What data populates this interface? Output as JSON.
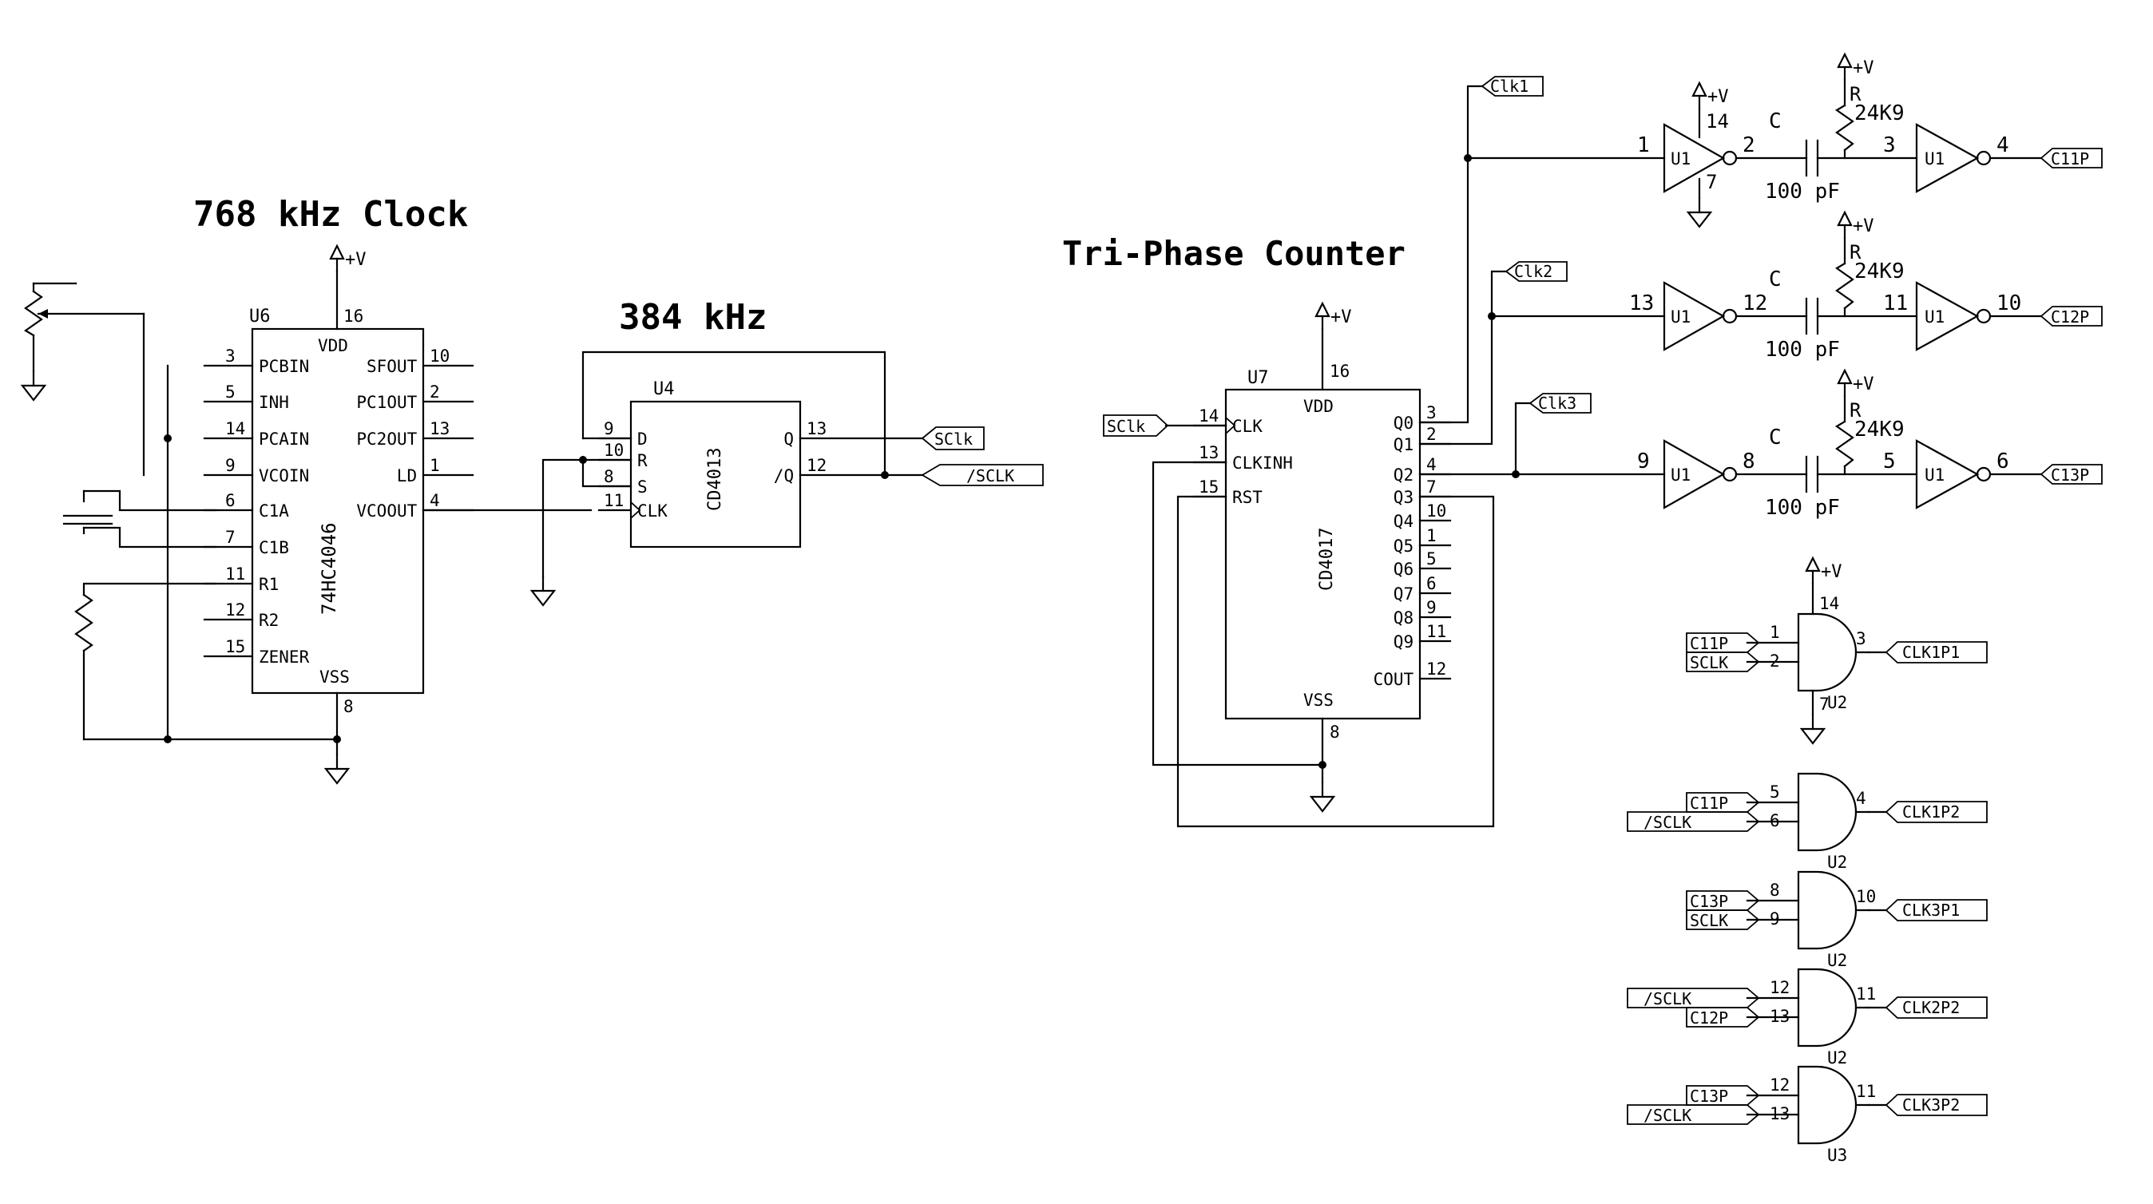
{
  "titles": {
    "clock": "768 kHz Clock",
    "divider": "384 kHz",
    "counter": "Tri-Phase Counter"
  },
  "power": {
    "vplus": "+V"
  },
  "u6": {
    "ref": "U6",
    "part": "74HC4046",
    "left_pins": [
      {
        "num": "3",
        "name": "PCBIN"
      },
      {
        "num": "5",
        "name": "INH"
      },
      {
        "num": "14",
        "name": "PCAIN"
      },
      {
        "num": "9",
        "name": "VCOIN"
      },
      {
        "num": "6",
        "name": "C1A"
      },
      {
        "num": "7",
        "name": "C1B"
      },
      {
        "num": "11",
        "name": "R1"
      },
      {
        "num": "12",
        "name": "R2"
      },
      {
        "num": "15",
        "name": "ZENER"
      }
    ],
    "right_pins": [
      {
        "num": "10",
        "name": "SFOUT"
      },
      {
        "num": "2",
        "name": "PC1OUT"
      },
      {
        "num": "13",
        "name": "PC2OUT"
      },
      {
        "num": "1",
        "name": "LD"
      },
      {
        "num": "4",
        "name": "VCOOUT"
      }
    ],
    "vdd": {
      "num": "16",
      "name": "VDD"
    },
    "vss": {
      "num": "8",
      "name": "VSS"
    }
  },
  "u4": {
    "ref": "U4",
    "part": "CD4013",
    "left_pins": [
      {
        "num": "9",
        "name": "D"
      },
      {
        "num": "10",
        "name": "R"
      },
      {
        "num": "8",
        "name": "S"
      },
      {
        "num": "11",
        "name": "CLK"
      }
    ],
    "right_pins": [
      {
        "num": "13",
        "name": "Q"
      },
      {
        "num": "12",
        "name": "/Q"
      }
    ]
  },
  "u7": {
    "ref": "U7",
    "part": "CD4017",
    "left_pins": [
      {
        "num": "14",
        "name": "CLK"
      },
      {
        "num": "13",
        "name": "CLKINH"
      },
      {
        "num": "15",
        "name": "RST"
      }
    ],
    "right_pins": [
      {
        "num": "3",
        "name": "Q0"
      },
      {
        "num": "2",
        "name": "Q1"
      },
      {
        "num": "4",
        "name": "Q2"
      },
      {
        "num": "7",
        "name": "Q3"
      },
      {
        "num": "10",
        "name": "Q4"
      },
      {
        "num": "1",
        "name": "Q5"
      },
      {
        "num": "5",
        "name": "Q6"
      },
      {
        "num": "6",
        "name": "Q7"
      },
      {
        "num": "9",
        "name": "Q8"
      },
      {
        "num": "11",
        "name": "Q9"
      },
      {
        "num": "12",
        "name": "COUT"
      }
    ],
    "vdd": {
      "num": "16",
      "name": "VDD"
    },
    "vss": {
      "num": "8",
      "name": "VSS"
    }
  },
  "nets": {
    "sclk_out": "SClk",
    "nsclk_out": "/SCLK",
    "sclk_in": "SClk",
    "clk1": "Clk1",
    "clk2": "Clk2",
    "clk3": "Clk3"
  },
  "pulse_stages": [
    {
      "inv1_ref": "U1",
      "in_pin": "1",
      "out_pin": "2",
      "vcc_pin": "14",
      "gnd_pin": "7",
      "cap": "C",
      "cap_val": "100 pF",
      "res": "R",
      "res_val": "24K9",
      "inv2_ref": "U1",
      "in2_pin": "3",
      "out2_pin": "4",
      "net": "C11P"
    },
    {
      "inv1_ref": "U1",
      "in_pin": "13",
      "out_pin": "12",
      "cap": "C",
      "cap_val": "100 pF",
      "res": "R",
      "res_val": "24K9",
      "inv2_ref": "U1",
      "in2_pin": "11",
      "out2_pin": "10",
      "net": "C12P"
    },
    {
      "inv1_ref": "U1",
      "in_pin": "9",
      "out_pin": "8",
      "cap": "C",
      "cap_val": "100 pF",
      "res": "R",
      "res_val": "24K9",
      "inv2_ref": "U1",
      "in2_pin": "5",
      "out2_pin": "6",
      "net": "C13P"
    }
  ],
  "and_gates": [
    {
      "ref": "U2",
      "in1_pin": "1",
      "in2_pin": "2",
      "out_pin": "3",
      "vcc_pin": "14",
      "gnd_pin": "7",
      "in1": "C11P",
      "in2": "SCLK",
      "out": "CLK1P1"
    },
    {
      "ref": "U2",
      "in1_pin": "5",
      "in2_pin": "6",
      "out_pin": "4",
      "in1": "C11P",
      "in2": "/SCLK",
      "out": "CLK1P2"
    },
    {
      "ref": "U2",
      "in1_pin": "8",
      "in2_pin": "9",
      "out_pin": "10",
      "in1": "C13P",
      "in2": "SCLK",
      "out": "CLK3P1"
    },
    {
      "ref": "U2",
      "in1_pin": "12",
      "in2_pin": "13",
      "out_pin": "11",
      "in1": "/SCLK",
      "in2": "C12P",
      "out": "CLK2P2"
    },
    {
      "ref": "U3",
      "in1_pin": "12",
      "in2_pin": "13",
      "out_pin": "11",
      "in1": "C13P",
      "in2": "/SCLK",
      "out": "CLK3P2"
    }
  ]
}
